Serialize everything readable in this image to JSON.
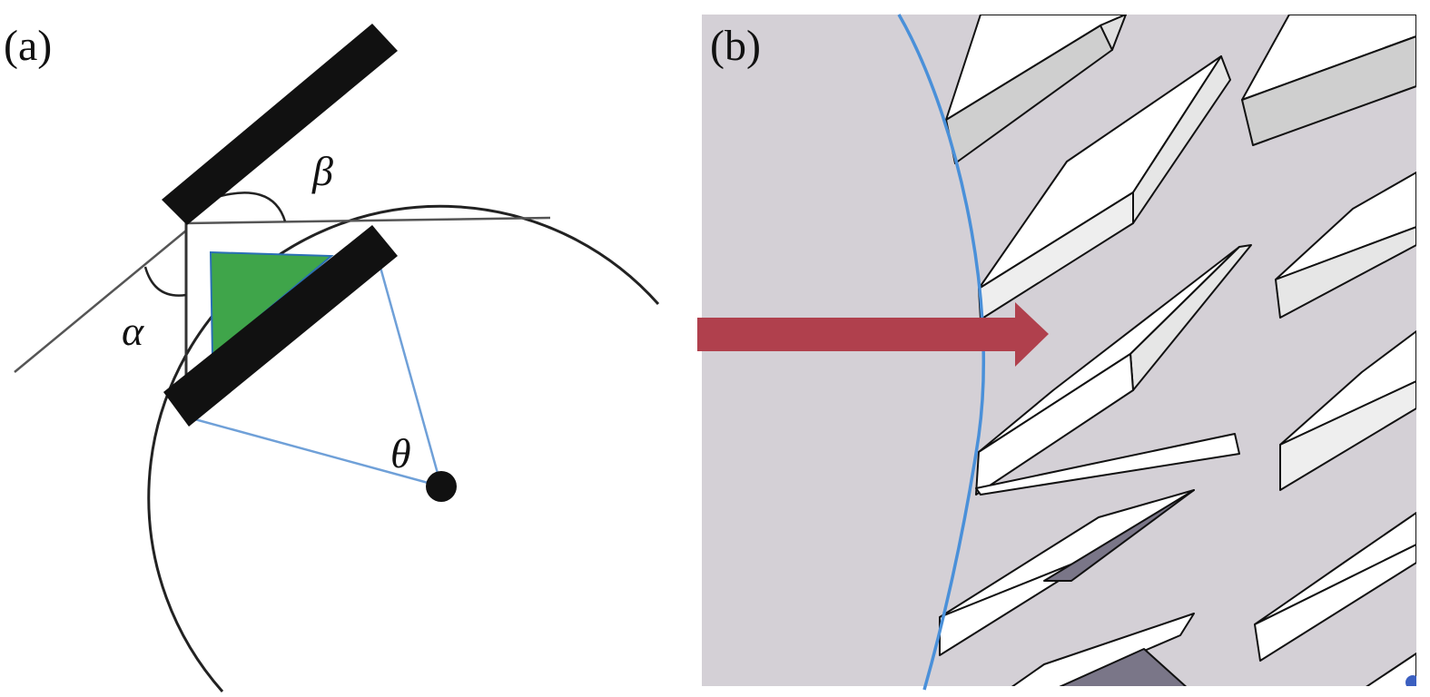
{
  "panel_a": {
    "label": "(a)",
    "alpha_symbol": "α",
    "beta_symbol": "β",
    "theta_symbol": "θ",
    "colors": {
      "blade": "#111111",
      "triangle_fill": "#3fa54a",
      "radius_line": "#6fa0d8",
      "circle": "#222222",
      "center_dot": "#111111"
    }
  },
  "panel_b": {
    "label": "(b)",
    "colors": {
      "background": "#d4d0d6",
      "interface_curve": "#4a90d9",
      "arrow": "#b0404d",
      "blade_top": "#ffffff",
      "blade_side": "#e6e6e6",
      "blade_shadow": "#7a7688",
      "outline": "#111111"
    }
  }
}
